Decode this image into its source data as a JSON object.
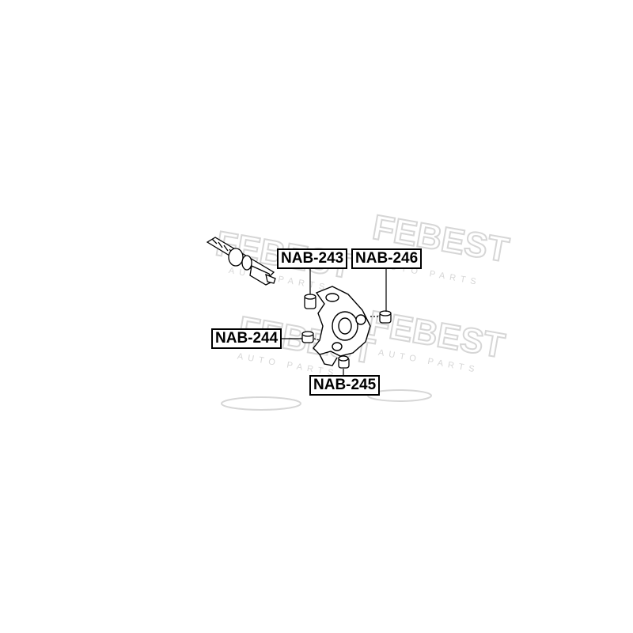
{
  "watermark": {
    "brand": "FEBEST",
    "subtitle": "AUTO PARTS",
    "color": "#d9d9d9"
  },
  "parts": [
    {
      "id": "243",
      "label": "NAB-243"
    },
    {
      "id": "246",
      "label": "NAB-246"
    },
    {
      "id": "244",
      "label": "NAB-244"
    },
    {
      "id": "245",
      "label": "NAB-245"
    }
  ]
}
